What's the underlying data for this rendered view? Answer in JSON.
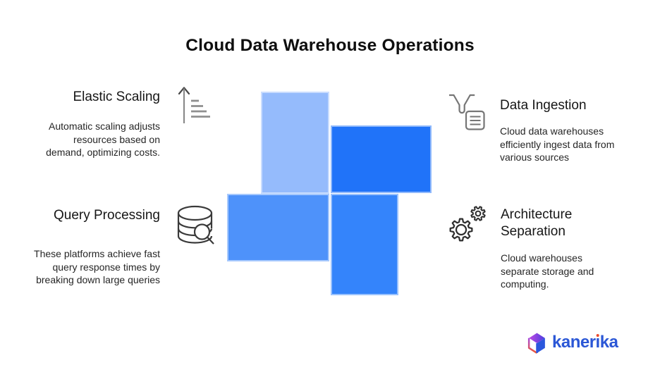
{
  "title": "Cloud Data Warehouse Operations",
  "colors": {
    "rect_light_blue": "#95bbfc",
    "rect_bright_blue": "#2073f9",
    "rect_medium_blue": "#4e92fa",
    "rect_mid_blue": "#3484fb",
    "brand_blue": "#2b57d6",
    "brand_dot_red": "#ec4a2b"
  },
  "sections": {
    "elastic_scaling": {
      "heading": "Elastic Scaling",
      "description": "Automatic scaling adjusts\nresources based on\ndemand, optimizing costs.",
      "icon": "ascending-lines-up-arrow-icon"
    },
    "data_ingestion": {
      "heading": "Data Ingestion",
      "description": "Cloud data warehouses\nefficiently ingest data from\nvarious sources",
      "icon": "funnel-document-icon"
    },
    "query_processing": {
      "heading": "Query Processing",
      "description": "These platforms achieve fast\nquery response times by\nbreaking down large queries",
      "icon": "database-search-icon"
    },
    "architecture_separation": {
      "heading": "Architecture\nSeparation",
      "description": "Cloud warehouses\nseparate storage and\ncomputing.",
      "icon": "gears-icon"
    }
  },
  "logo": {
    "brand_pre": "kaner",
    "brand_i": "ı",
    "brand_post": "ka"
  }
}
